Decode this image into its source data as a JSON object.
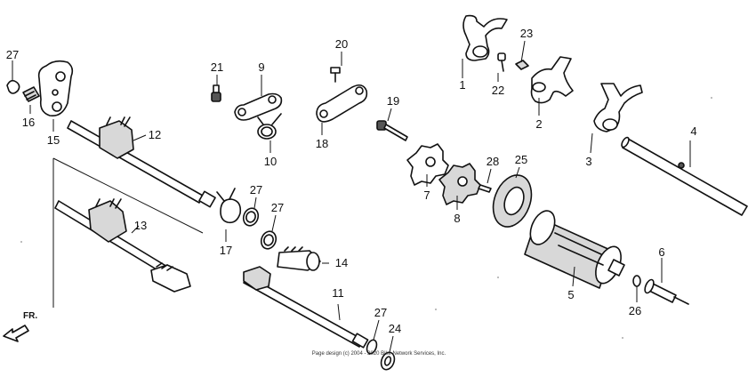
{
  "callouts": [
    {
      "id": "27a",
      "text": "27"
    },
    {
      "id": "16",
      "text": "16"
    },
    {
      "id": "15",
      "text": "15"
    },
    {
      "id": "12",
      "text": "12"
    },
    {
      "id": "13",
      "text": "13"
    },
    {
      "id": "21",
      "text": "21"
    },
    {
      "id": "9",
      "text": "9"
    },
    {
      "id": "10",
      "text": "10"
    },
    {
      "id": "20",
      "text": "20"
    },
    {
      "id": "18",
      "text": "18"
    },
    {
      "id": "19",
      "text": "19"
    },
    {
      "id": "1",
      "text": "1"
    },
    {
      "id": "23",
      "text": "23"
    },
    {
      "id": "22",
      "text": "22"
    },
    {
      "id": "2",
      "text": "2"
    },
    {
      "id": "3",
      "text": "3"
    },
    {
      "id": "4",
      "text": "4"
    },
    {
      "id": "7",
      "text": "7"
    },
    {
      "id": "8",
      "text": "8"
    },
    {
      "id": "28",
      "text": "28"
    },
    {
      "id": "25",
      "text": "25"
    },
    {
      "id": "17",
      "text": "17"
    },
    {
      "id": "27b",
      "text": "27"
    },
    {
      "id": "27c",
      "text": "27"
    },
    {
      "id": "14",
      "text": "14"
    },
    {
      "id": "11",
      "text": "11"
    },
    {
      "id": "27d",
      "text": "27"
    },
    {
      "id": "24",
      "text": "24"
    },
    {
      "id": "5",
      "text": "5"
    },
    {
      "id": "6",
      "text": "6"
    },
    {
      "id": "26",
      "text": "26"
    }
  ],
  "direction_label": "FR.",
  "copyright": "Page design (c) 2004 - 2020 Bike Network Services, Inc."
}
